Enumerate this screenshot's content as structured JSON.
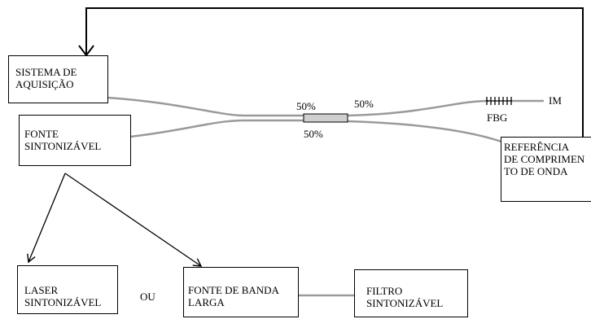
{
  "boxes": {
    "sistema": "SISTEMA DE\nAQUISIÇÃO",
    "fonte": "FONTE\nSINTONIZÁVEL",
    "referencia": "REFERÊNCIA\nDE COMPRIMEN\nTO DE ONDA",
    "laser": "LASER\nSINTONIZÁVEL",
    "banda": "FONTE DE BANDA\nLARGA",
    "filtro": "FILTRO\nSINTONIZÁVEL"
  },
  "labels": {
    "coupler_top_left": "50%",
    "coupler_top_right": "50%",
    "coupler_bottom": "50%",
    "fbg": "FBG",
    "im": "IM",
    "ou": "OU"
  }
}
